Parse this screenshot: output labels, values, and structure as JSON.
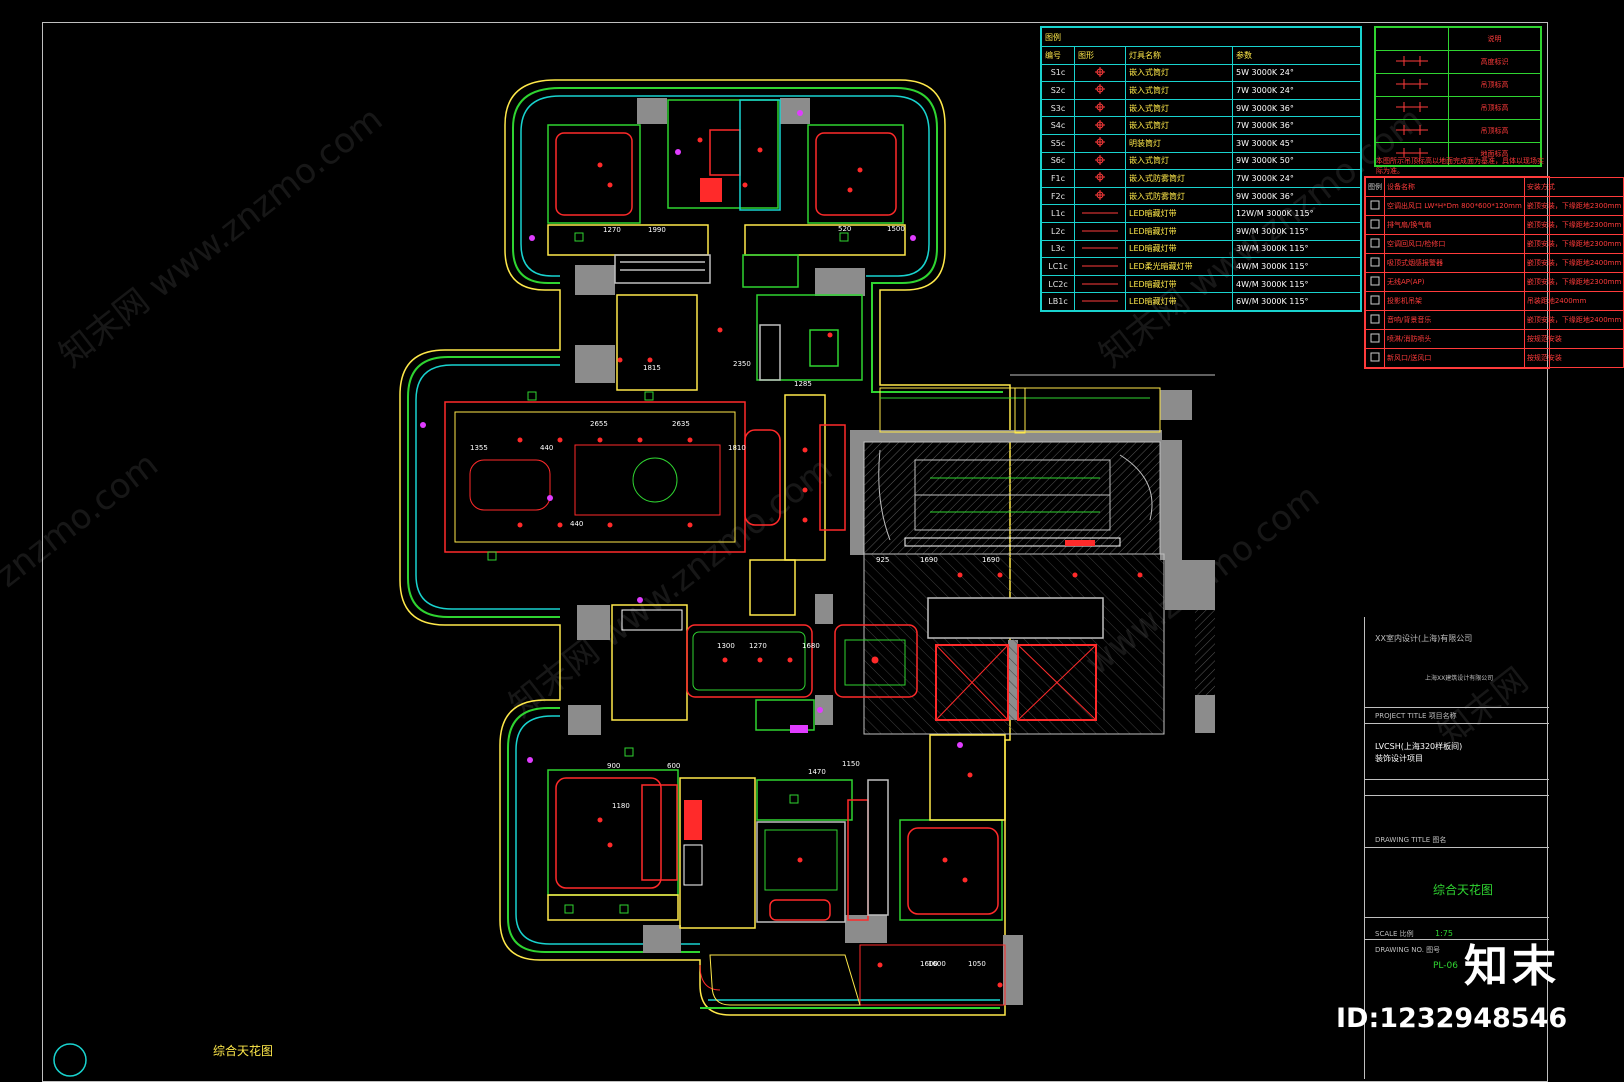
{
  "legend": {
    "title": "图例",
    "headers": [
      "编号",
      "图形",
      "灯具名称",
      "参数"
    ],
    "rows": [
      {
        "code": "S1c",
        "name": "嵌入式筒灯",
        "spec": "5W 3000K 24°"
      },
      {
        "code": "S2c",
        "name": "嵌入式筒灯",
        "spec": "7W 3000K 24°"
      },
      {
        "code": "S3c",
        "name": "嵌入式筒灯",
        "spec": "9W 3000K 36°"
      },
      {
        "code": "S4c",
        "name": "嵌入式筒灯",
        "spec": "7W 3000K 36°"
      },
      {
        "code": "S5c",
        "name": "明装筒灯",
        "spec": "3W 3000K 45°"
      },
      {
        "code": "S6c",
        "name": "嵌入式筒灯",
        "spec": "9W 3000K 50°"
      },
      {
        "code": "F1c",
        "name": "嵌入式防雾筒灯",
        "spec": "7W 3000K 24°"
      },
      {
        "code": "F2c",
        "name": "嵌入式防雾筒灯",
        "spec": "9W 3000K 36°"
      },
      {
        "code": "L1c",
        "name": "LED暗藏灯带",
        "spec": "12W/M 3000K 115°"
      },
      {
        "code": "L2c",
        "name": "LED暗藏灯带",
        "spec": "9W/M 3000K 115°"
      },
      {
        "code": "L3c",
        "name": "LED暗藏灯带",
        "spec": "3W/M 3000K 115°"
      },
      {
        "code": "LC1c",
        "name": "LED柔光暗藏灯带",
        "spec": "4W/M 3000K 115°"
      },
      {
        "code": "LC2c",
        "name": "LED暗藏灯带",
        "spec": "4W/M 3000K 115°"
      },
      {
        "code": "LB1c",
        "name": "LED暗藏灯带",
        "spec": "6W/M 3000K 115°"
      }
    ]
  },
  "green_legend": {
    "header": [
      "",
      "说明"
    ],
    "rows": [
      "高度标识",
      "吊顶标高",
      "吊顶标高",
      "吊顶标高",
      "地面标高"
    ],
    "note": "本图所示吊顶标高以地面完成面为基准，具体以现场实际为准。"
  },
  "equipment_legend": {
    "header": [
      "图例",
      "设备名称",
      "安装方式"
    ],
    "rows": [
      {
        "name": "空调出风口 LW*H*Dm 800*600*120mm",
        "method": "嵌顶安装，下缘距地2300mm"
      },
      {
        "name": "排气扇/换气扇",
        "method": "嵌顶安装，下缘距地2300mm"
      },
      {
        "name": "空调回风口/检修口",
        "method": "嵌顶安装，下缘距地2300mm"
      },
      {
        "name": "吸顶式烟感报警器",
        "method": "嵌顶安装，下缘距地2400mm"
      },
      {
        "name": "无线AP(AP)",
        "method": "嵌顶安装，下缘距地2300mm"
      },
      {
        "name": "投影机吊架",
        "method": "吊装距地2400mm"
      },
      {
        "name": "音响/背景音乐",
        "method": "嵌顶安装，下缘距地2400mm"
      },
      {
        "name": "喷淋/消防喷头",
        "method": "按规范安装"
      },
      {
        "name": "新风口/送风口",
        "method": "按规范安装"
      }
    ]
  },
  "title_block": {
    "company": "XX室内设计(上海)有限公司",
    "company_sub": "上海XX建筑设计有限公司",
    "project_title_label": "PROJECT TITLE 项目名称",
    "project_name": "LVCSH(上海320样板间)",
    "project_sub": "装饰设计项目",
    "drawing_title_label": "DRAWING TITLE 图名",
    "drawing_title": "综合天花图",
    "scale_label": "SCALE 比例",
    "scale": "1:75",
    "drawing_no_label": "DRAWING NO. 图号",
    "drawing_no": "PL-06"
  },
  "plan": {
    "title": "综合天花图",
    "dims": [
      "1355",
      "440",
      "2655",
      "2635",
      "440",
      "1810",
      "1815",
      "1990",
      "1270",
      "2350",
      "1285",
      "925",
      "1690",
      "1690",
      "1680",
      "1600",
      "1050",
      "1270",
      "1300",
      "900",
      "600",
      "1470",
      "1180",
      "520",
      "1500",
      "1600",
      "1150"
    ]
  },
  "stamp": {
    "brand": "知末",
    "id": "ID:1232948546"
  },
  "colors": {
    "wall_gray": "#8c8c8c",
    "yellow": "#ffe94a",
    "green": "#2fd431",
    "red": "#ff2a2a",
    "cyan": "#19d3cf",
    "magenta": "#e03cff",
    "white": "#ffffff"
  }
}
